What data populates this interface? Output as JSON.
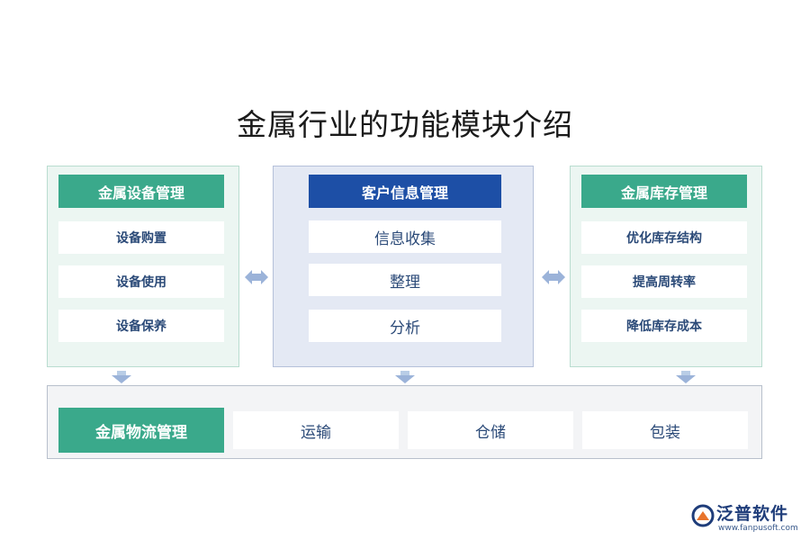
{
  "title": "金属行业的功能模块介绍",
  "left_module": {
    "header": "金属设备管理",
    "items": [
      "设备购置",
      "设备使用",
      "设备保养"
    ]
  },
  "center_module": {
    "header": "客户信息管理",
    "items": [
      "信息收集",
      "整理",
      "分析"
    ]
  },
  "right_module": {
    "header": "金属库存管理",
    "items": [
      "优化库存结构",
      "提高周转率",
      "降低库存成本"
    ]
  },
  "bottom_module": {
    "header": "金属物流管理",
    "items": [
      "运输",
      "仓储",
      "包装"
    ]
  },
  "logo": {
    "name": "泛普软件",
    "url": "www.fanpusoft.com"
  },
  "colors": {
    "green": "#3aa98b",
    "blue": "#1d4fa6",
    "arrow": "#9bb3d9"
  },
  "icons": [
    "double-arrow-icon",
    "down-arrow-icon",
    "logo-icon"
  ]
}
